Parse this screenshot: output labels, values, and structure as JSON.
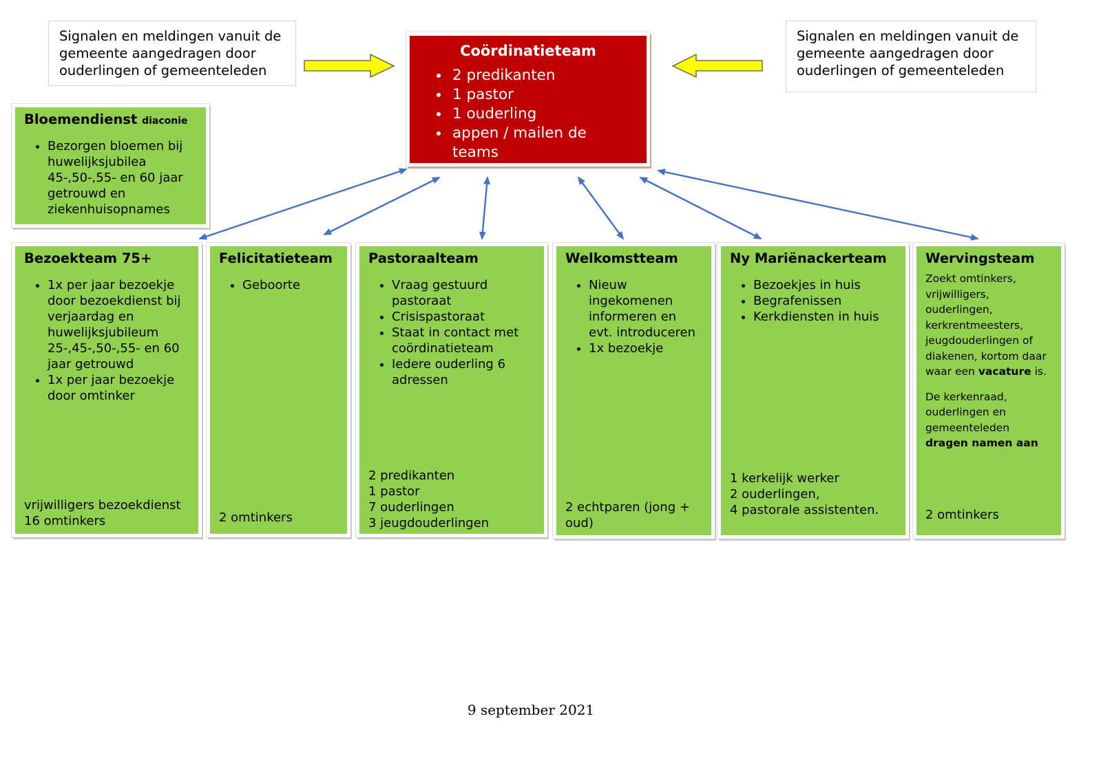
{
  "notes": {
    "left": "Signalen en meldingen vanuit de gemeente aangedragen door ouderlingen of gemeenteleden",
    "right": "Signalen en meldingen vanuit de gemeente aangedragen door ouderlingen of gemeenteleden"
  },
  "coordination": {
    "title": "Coördinatieteam",
    "items": [
      "2 predikanten",
      "1 pastor",
      "1 ouderling",
      "appen / mailen de teams"
    ],
    "color": "#c00000"
  },
  "bloemendienst": {
    "title": "Bloemendienst",
    "subtitle": "diaconie",
    "items": [
      "Bezorgen bloemen bij huwelijksjubilea 45-,50-,55- en 60 jaar getrouwd en ziekenhuisopnames"
    ]
  },
  "teams": {
    "bezoekteam": {
      "title": "Bezoekteam 75+",
      "items": [
        "1x per jaar bezoekje door bezoekdienst bij verjaardag en huwelijksjubileum 25-,45-,50-,55- en 60 jaar getrouwd",
        "1x per jaar bezoekje door omtinker"
      ],
      "footer": [
        "vrijwilligers bezoekdienst",
        "16 omtinkers"
      ]
    },
    "felicitatie": {
      "title": "Felicitatieteam",
      "items": [
        "Geboorte"
      ],
      "footer": [
        "2 omtinkers"
      ]
    },
    "pastoraal": {
      "title": "Pastoraalteam",
      "items": [
        "Vraag gestuurd pastoraat",
        "Crisispastoraat",
        "Staat in contact met coördinatieteam",
        "Iedere ouderling 6 adressen"
      ],
      "footer": [
        "2 predikanten",
        "1 pastor",
        "7 ouderlingen",
        "3 jeugdouderlingen"
      ]
    },
    "welkomst": {
      "title": "Welkomstteam",
      "items": [
        "Nieuw ingekomenen informeren en evt. introduceren",
        "1x bezoekje"
      ],
      "footer": [
        "2 echtparen (jong + oud)"
      ]
    },
    "ny": {
      "title": "Ny Mariënackerteam",
      "items": [
        "Bezoekjes in huis",
        "Begrafenissen",
        "Kerkdiensten in huis"
      ],
      "footer": [
        "1 kerkelijk werker",
        "2 ouderlingen,",
        "4 pastorale assistenten."
      ]
    },
    "werving": {
      "title": "Wervingsteam",
      "p1_text": "Zoekt omtinkers, vrijwilligers, ouderlingen, kerkrentmeesters, jeugdouderlingen of diakenen, kortom daar waar een",
      "p1_bold": "vacature",
      "p1_end": "is.",
      "p2_text": "De kerkenraad, ouderlingen en gemeenteleden",
      "p2_bold": "dragen namen aan",
      "footer": [
        "2 omtinkers"
      ]
    }
  },
  "date": "9 september 2021",
  "colors": {
    "team_fill": "#92d050",
    "arrow_yellow": "#ffff00",
    "connector_blue": "#4472c4"
  }
}
